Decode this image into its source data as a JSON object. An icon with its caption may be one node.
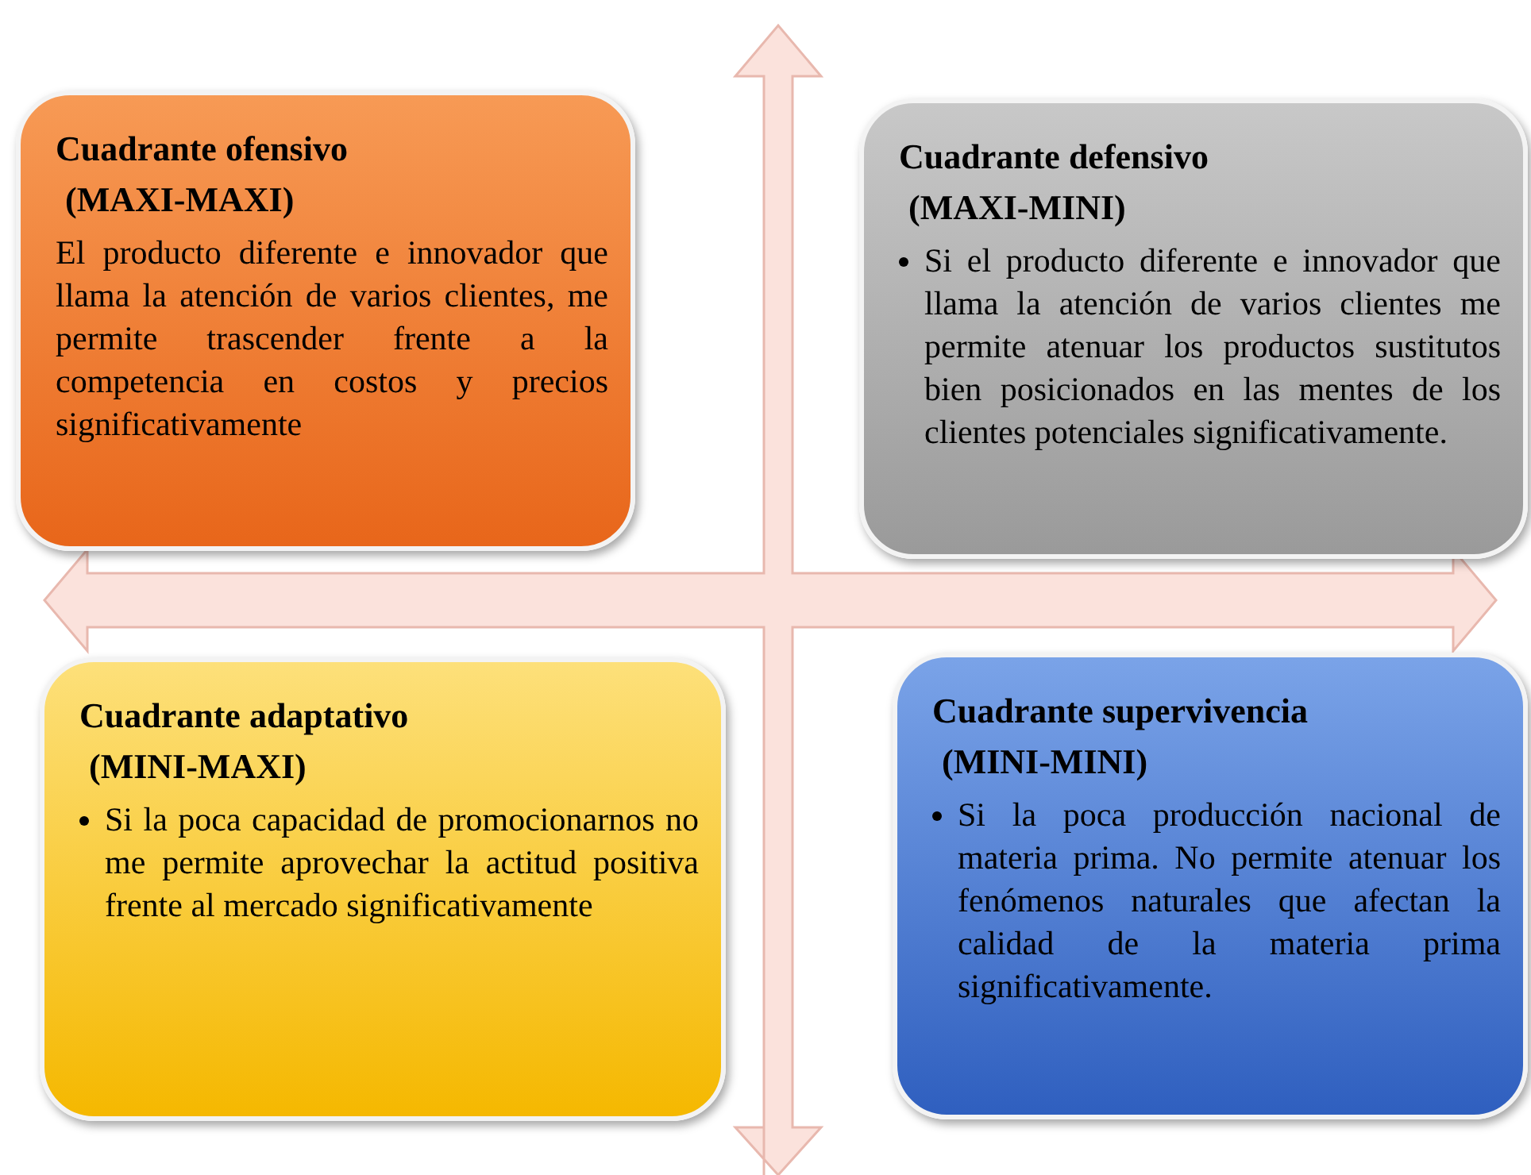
{
  "diagram": {
    "nodes": [
      {
        "text": [
          "Cuadrante ofensivo",
          "(MAXI-MAXI)",
          "El producto diferente e innovador que llama la atención de varios clientes, me permite trascender frente a la competencia en costos y precios significativamente"
        ]
      },
      {
        "text": [
          "Cuadrante defensivo",
          "(MAXI-MINI)",
          "Si el producto diferente e innovador que llama la atención de varios clientes me permite atenuar los productos sustitutos bien posicionados en las mentes de los clientes potenciales significativamente."
        ]
      },
      {
        "text": [
          "Cuadrante adaptativo",
          "(MINI-MAXI)",
          "Si la poca capacidad de promocionarnos no me permite aprovechar la actitud positiva frente al mercado significativamente"
        ]
      },
      {
        "text": [
          "Cuadrante supervivencia",
          "(MINI-MINI)",
          "Si la poca producción nacional de materia prima. No permite atenuar los fenómenos naturales que afectan la calidad de la materia prima significativamente."
        ]
      }
    ],
    "edges": []
  }
}
